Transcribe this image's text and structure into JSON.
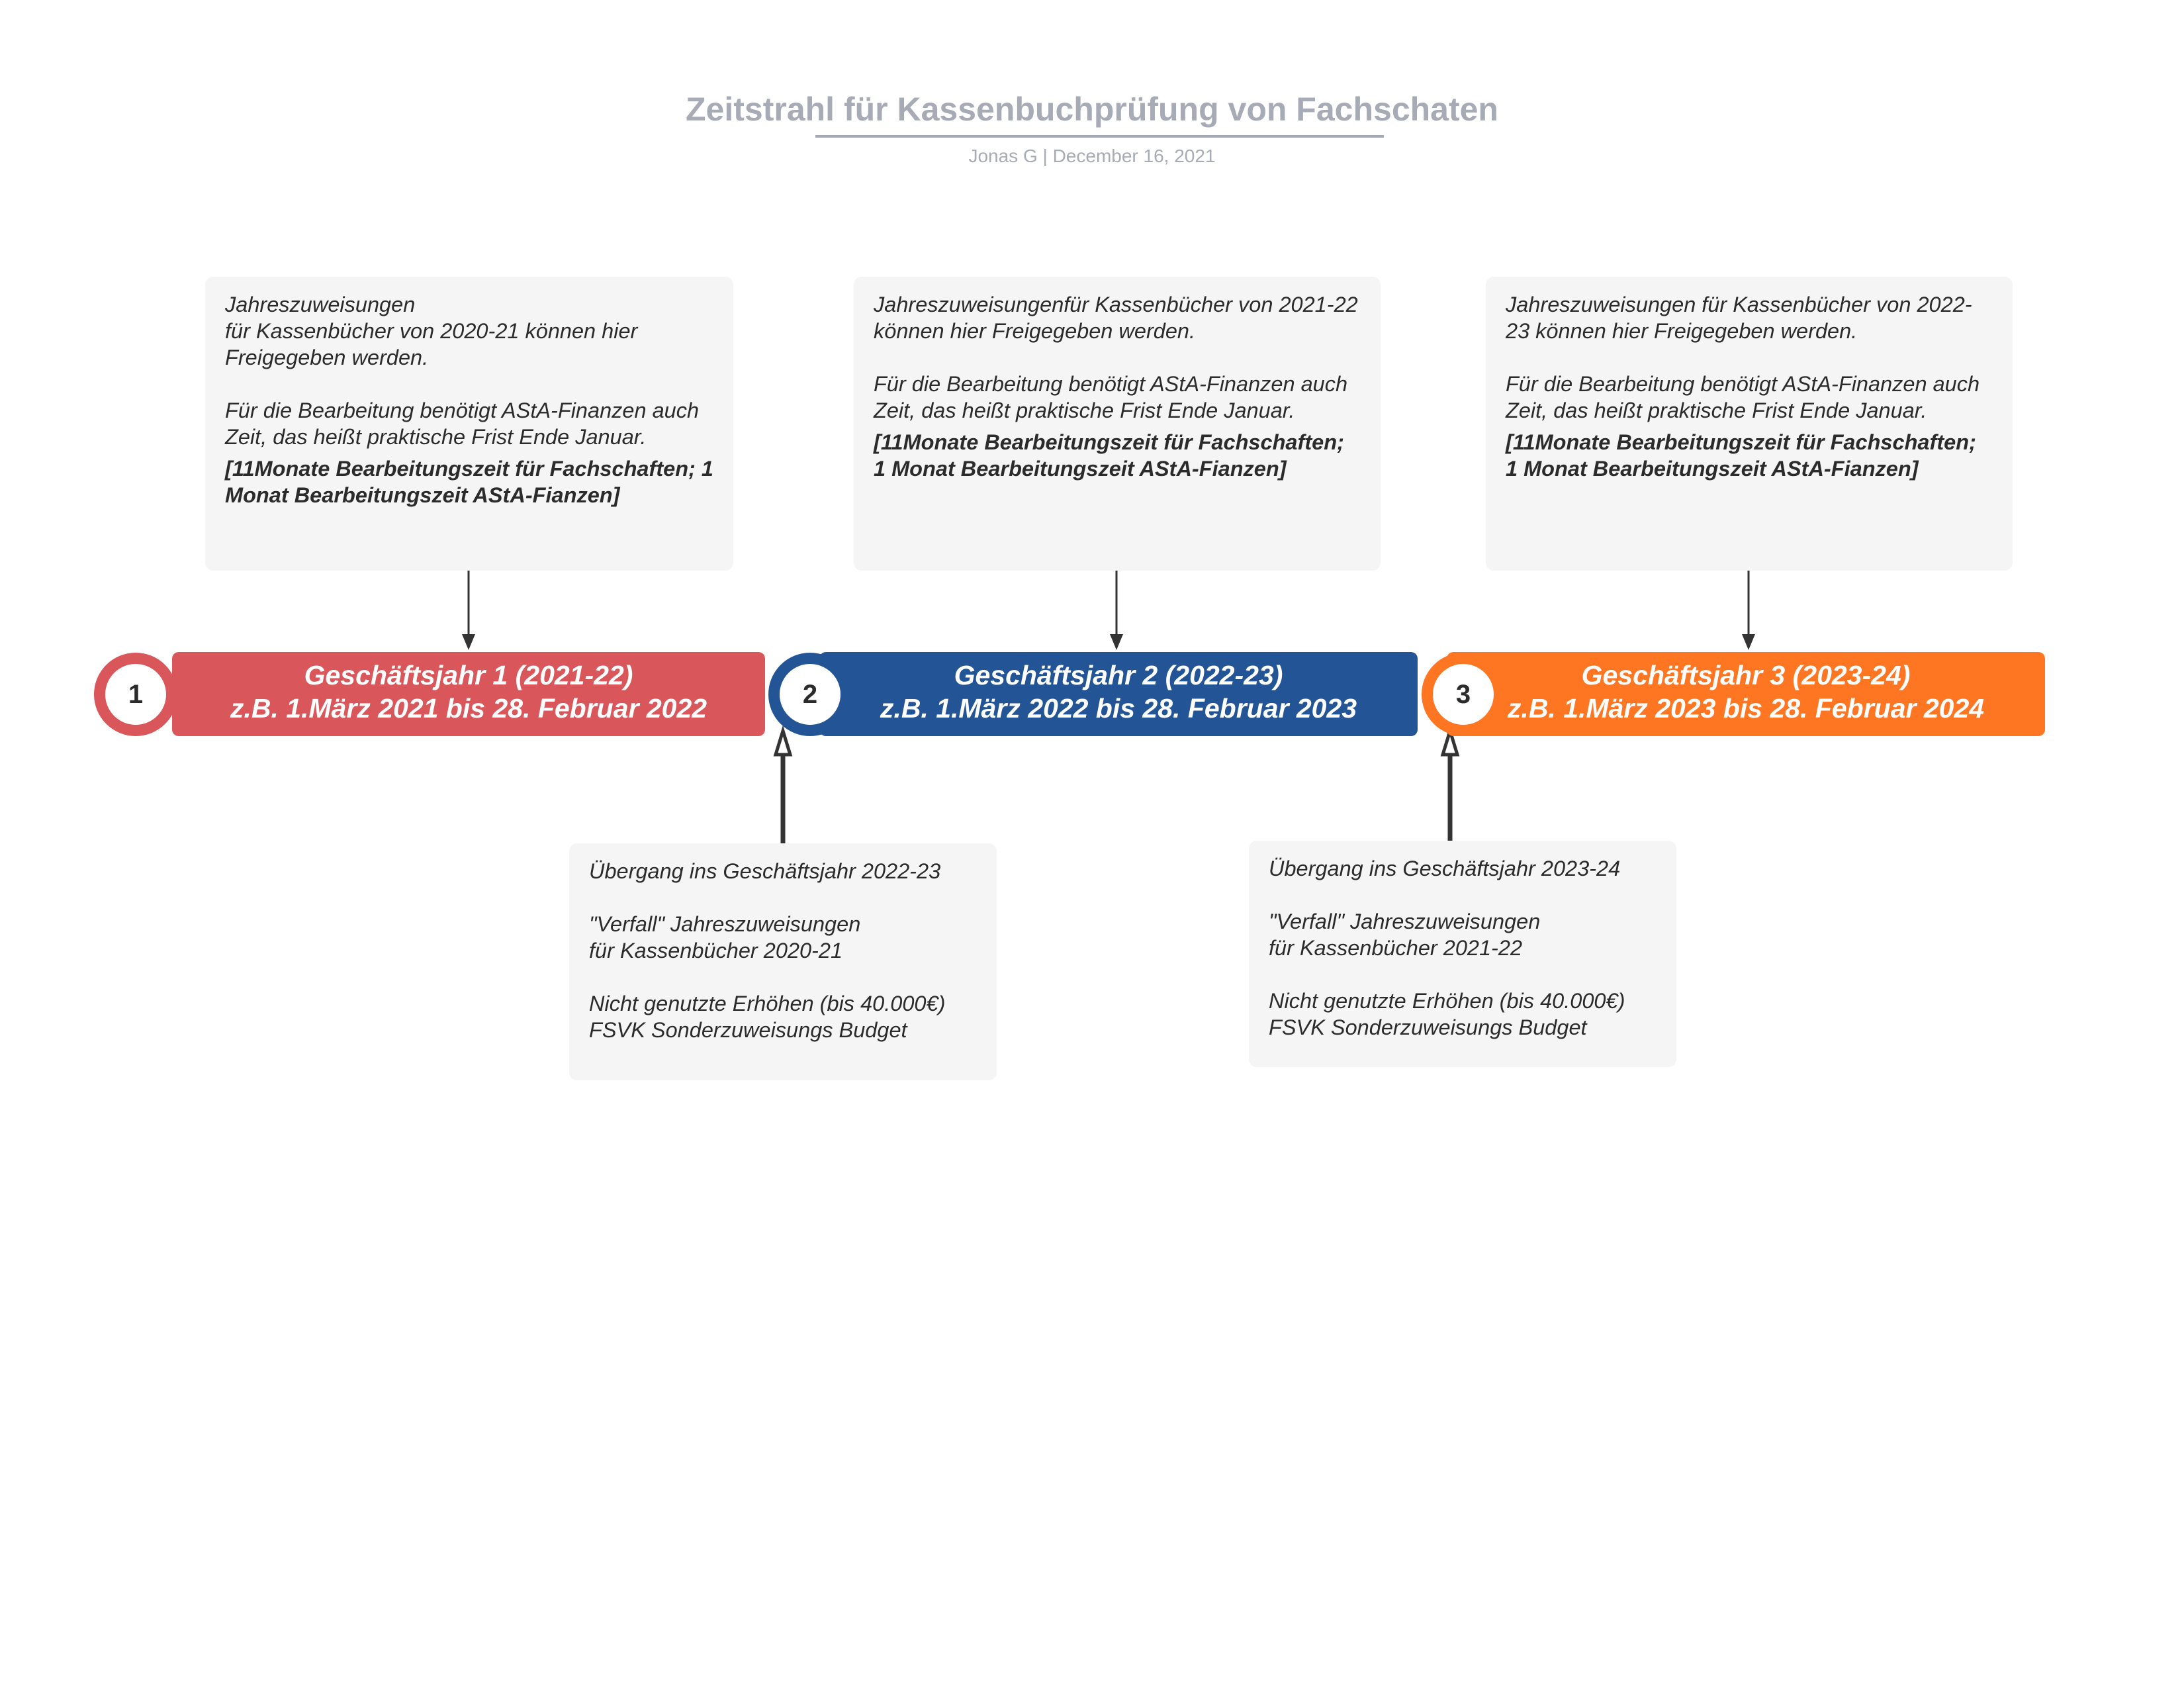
{
  "header": {
    "title": "Zeitstrahl für Kassenbuchprüfung von Fachschaten",
    "subtitle": "Jonas G  |  December 16, 2021"
  },
  "top_notes": [
    {
      "p1": "Jahreszuweisungen\nfür Kassenbücher von 2020-21 können hier Freigegeben werden.",
      "p2": "Für die Bearbeitung benötigt AStA-Finanzen auch Zeit, das heißt praktische Frist Ende Januar.",
      "p3": "[11Monate Bearbeitungszeit für Fachschaften; 1 Monat Bearbeitungszeit AStA-Fianzen]"
    },
    {
      "p1": "Jahreszuweisungenfür Kassenbücher von 2021-22 können hier Freigegeben werden.",
      "p2": "Für die Bearbeitung benötigt AStA-Finanzen auch Zeit, das heißt praktische Frist Ende Januar.",
      "p3": "[11Monate Bearbeitungszeit für Fachschaften; 1 Monat Bearbeitungszeit AStA-Fianzen]"
    },
    {
      "p1": "Jahreszuweisungen für Kassenbücher von 2022-23 können hier Freigegeben werden.",
      "p2": "Für die Bearbeitung benötigt AStA-Finanzen auch Zeit, das heißt praktische Frist Ende Januar.",
      "p3": "[11Monate Bearbeitungszeit für Fachschaften; 1 Monat Bearbeitungszeit AStA-Fianzen]"
    }
  ],
  "phases": [
    {
      "number": "1",
      "line1": "Geschäftsjahr 1 (2021-22)",
      "line2": "z.B. 1.März 2021  bis 28. Februar 2022",
      "color": "#d9575a"
    },
    {
      "number": "2",
      "line1": "Geschäftsjahr 2 (2022-23)",
      "line2": "z.B. 1.März 2022  bis 28. Februar 2023",
      "color": "#235596"
    },
    {
      "number": "3",
      "line1": "Geschäftsjahr 3 (2023-24)",
      "line2": "z.B. 1.März 2023  bis 28. Februar 2024",
      "color": "#fe7622"
    }
  ],
  "bottom_notes": [
    {
      "p1": "Übergang ins Geschäftsjahr 2022-23",
      "p2": "\"Verfall\" Jahreszuweisungen\nfür Kassenbücher 2020-21",
      "p3": "Nicht genutzte Erhöhen (bis 40.000€)\nFSVK Sonderzuweisungs Budget"
    },
    {
      "p1": "Übergang ins Geschäftsjahr 2023-24",
      "p2": "\"Verfall\" Jahreszuweisungen\nfür Kassenbücher 2021-22",
      "p3": "Nicht genutzte Erhöhen (bis 40.000€)\nFSVK Sonderzuweisungs Budget"
    }
  ]
}
